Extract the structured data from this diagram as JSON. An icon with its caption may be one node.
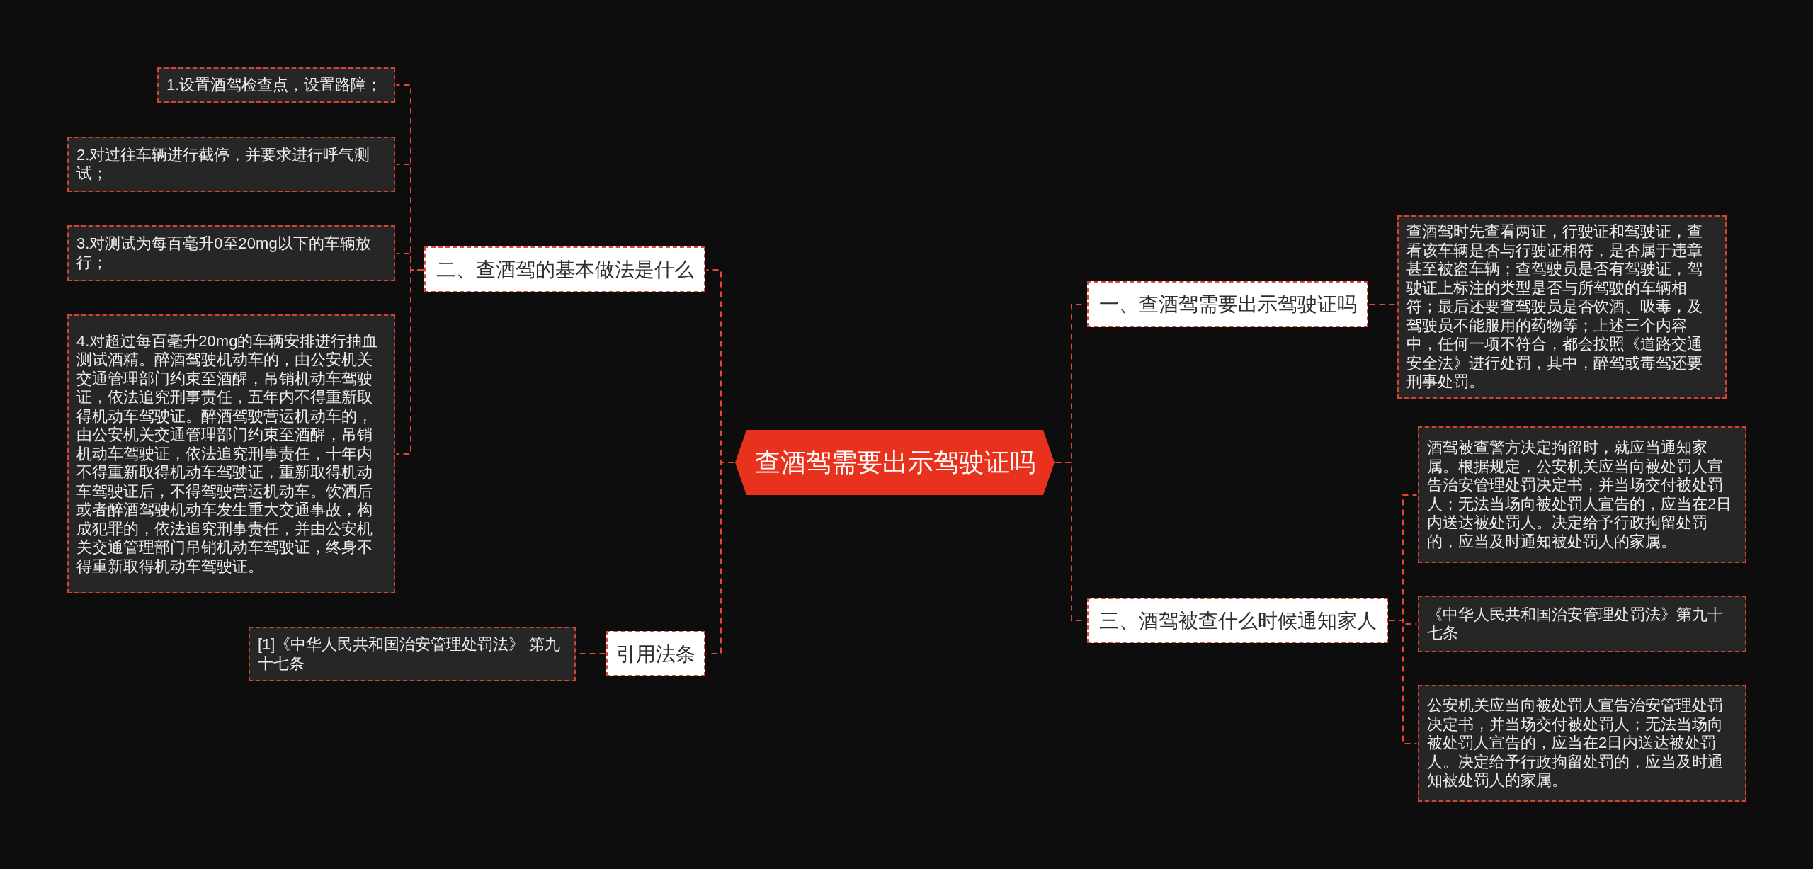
{
  "diagram": {
    "nodes": [
      {
        "text": [
          "查酒驾需要出示驾驶证吗"
        ]
      },
      {
        "text": [
          "二、查酒驾的基本做法是什么"
        ]
      },
      {
        "text": [
          "1.设置酒驾检查点，设置路障；"
        ]
      },
      {
        "text": [
          "2.对过往车辆进行截停，并要求进行呼气测试；"
        ]
      },
      {
        "text": [
          "3.对测试为每百毫升0至20mg以下的车辆放行；"
        ]
      },
      {
        "text": [
          "4.对超过每百毫升20mg的车辆安排进行抽血测试酒精。醉酒驾驶机动车的，由公安机关交通管理部门约束至酒醒，吊销机动车驾驶证，依法追究刑事责任，五年内不得重新取得机动车驾驶证。醉酒驾驶营运机动车的，由公安机关交通管理部门约束至酒醒，吊销机动车驾驶证，依法追究刑事责任，十年内不得重新取得机动车驾驶证，重新取得机动车驾驶证后，不得驾驶营运机动车。饮酒后或者醉酒驾驶机动车发生重大交通事故，构成犯罪的，依法追究刑事责任，并由公安机关交通管理部门吊销机动车驾驶证，终身不得重新取得机动车驾驶证。"
        ]
      },
      {
        "text": [
          "引用法条"
        ]
      },
      {
        "text": [
          "[1]《中华人民共和国治安管理处罚法》 第九十七条"
        ]
      },
      {
        "text": [
          "一、查酒驾需要出示驾驶证吗"
        ]
      },
      {
        "text": [
          "查酒驾时先查看两证，行驶证和驾驶证，查看该车辆是否与行驶证相符，是否属于违章甚至被盗车辆；查驾驶员是否有驾驶证，驾驶证上标注的类型是否与所驾驶的车辆相符；最后还要查驾驶员是否饮酒、吸毒，及驾驶员不能服用的药物等；上述三个内容中，任何一项不符合，都会按照《道路交通安全法》进行处罚，其中，醉驾或毒驾还要刑事处罚。"
        ]
      },
      {
        "text": [
          "三、酒驾被查什么时候通知家人"
        ]
      },
      {
        "text": [
          "酒驾被查警方决定拘留时，就应当通知家属。根据规定，公安机关应当向被处罚人宣告治安管理处罚决定书，并当场交付被处罚人；无法当场向被处罚人宣告的，应当在2日内送达被处罚人。决定给予行政拘留处罚的，应当及时通知被处罚人的家属。"
        ]
      },
      {
        "text": [
          "《中华人民共和国治安管理处罚法》第九十七条"
        ]
      },
      {
        "text": [
          "公安机关应当向被处罚人宣告治安管理处罚决定书，并当场交付被处罚人；无法当场向被处罚人宣告的，应当在2日内送达被处罚人。决定给予行政拘留处罚的，应当及时通知被处罚人的家属。"
        ]
      }
    ],
    "edges": [
      {
        "from": 0,
        "to": 1,
        "arrow": "none"
      },
      {
        "from": 1,
        "to": 2,
        "arrow": "none"
      },
      {
        "from": 1,
        "to": 3,
        "arrow": "none"
      },
      {
        "from": 1,
        "to": 4,
        "arrow": "none"
      },
      {
        "from": 1,
        "to": 5,
        "arrow": "none"
      },
      {
        "from": 0,
        "to": 6,
        "arrow": "none"
      },
      {
        "from": 6,
        "to": 7,
        "arrow": "none"
      },
      {
        "from": 0,
        "to": 8,
        "arrow": "none"
      },
      {
        "from": 8,
        "to": 9,
        "arrow": "none"
      },
      {
        "from": 0,
        "to": 10,
        "arrow": "none"
      },
      {
        "from": 10,
        "to": 11,
        "arrow": "none"
      },
      {
        "from": 10,
        "to": 12,
        "arrow": "none"
      },
      {
        "from": 10,
        "to": 13,
        "arrow": "none"
      }
    ]
  }
}
